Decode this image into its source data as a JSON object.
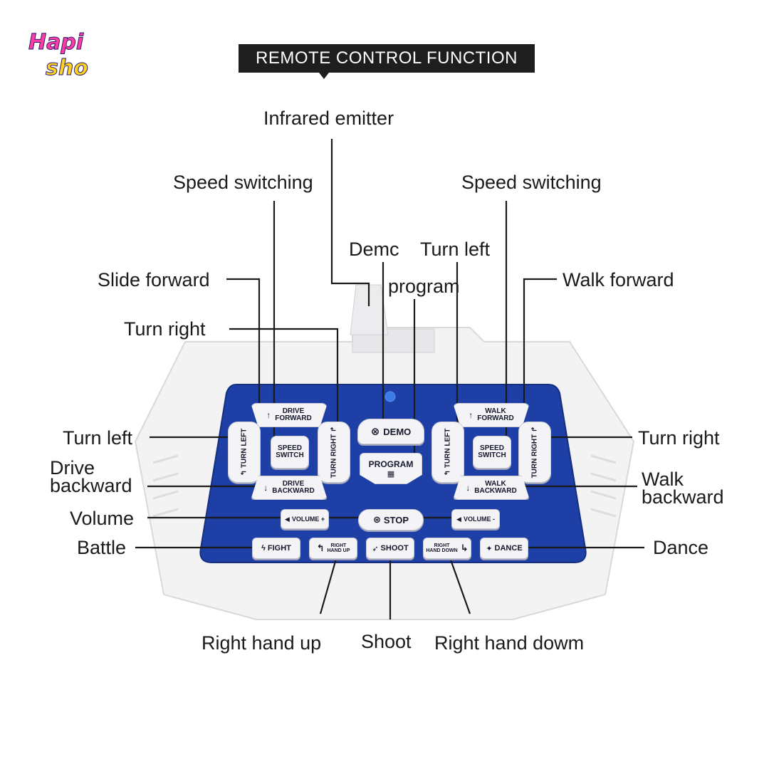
{
  "brand": {
    "line1": "Hapi",
    "line2": "sho"
  },
  "title": "REMOTE CONTROL FUNCTION",
  "labels": {
    "infrared_emitter": "Infrared emitter",
    "speed_switching_left": "Speed switching",
    "speed_switching_right": "Speed switching",
    "demo": "Demc",
    "turn_left_top": "Turn left",
    "program": "program",
    "slide_forward": "Slide forward",
    "walk_forward": "Walk forward",
    "turn_right_top": "Turn right",
    "turn_left_side": "Turn left",
    "turn_right_side": "Turn right",
    "drive_backward_1": "Drive",
    "drive_backward_2": "backward",
    "walk_backward_1": "Walk",
    "walk_backward_2": "backward",
    "volume": "Volume",
    "battle": "Battle",
    "dance": "Dance",
    "right_hand_up": "Right hand up",
    "shoot": "Shoot",
    "right_hand_down": "Right hand dowm"
  },
  "buttons": {
    "drive_forward_1": "DRIVE",
    "drive_forward_2": "FORWARD",
    "speed_switch_1": "SPEED",
    "speed_switch_2": "SWITCH",
    "turn_left_1": "TURN",
    "turn_left_2": "LEFT",
    "turn_right_1": "TURN",
    "turn_right_2": "RIGHT",
    "drive_backward_1": "DRIVE",
    "drive_backward_2": "BACKWARD",
    "demo": "DEMO",
    "program": "PROGRAM",
    "walk_forward_1": "WALK",
    "walk_forward_2": "FORWARD",
    "walk_backward_1": "WALK",
    "walk_backward_2": "BACKWARD",
    "volume_plus": "VOLUME +",
    "volume_minus": "VOLUME -",
    "stop": "STOP",
    "fight": "FIGHT",
    "right_hand_up_1": "RIGHT",
    "right_hand_up_2": "HAND UP",
    "shoot": "SHOOT",
    "right_hand_down_1": "RIGHT",
    "right_hand_down_2": "HAND DOWN",
    "dance": "DANCE"
  },
  "colors": {
    "panel_blue": "#1d3fa6",
    "title_bg": "#1e1e1e",
    "body_white": "#f3f3f4"
  }
}
